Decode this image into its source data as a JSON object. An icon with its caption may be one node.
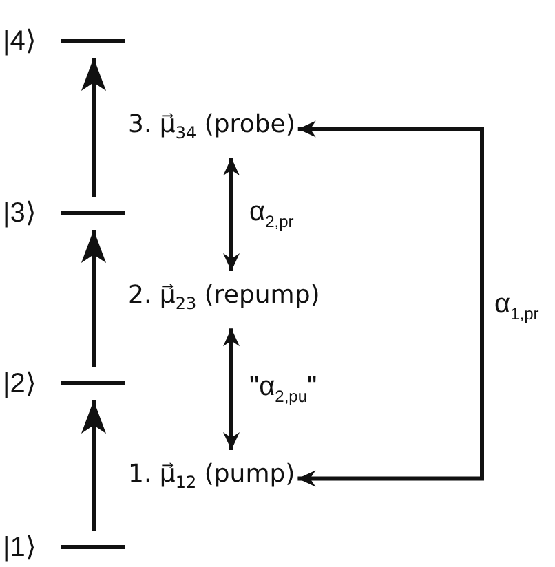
{
  "diagram": {
    "nodes": [
      {
        "text": [
          "|4⟩"
        ]
      },
      {
        "text": [
          "3. μ⃗$_{34}$ (probe)"
        ]
      },
      {
        "text": [
          "|3⟩"
        ]
      },
      {
        "text": [
          "2. μ⃗$_{23}$ (repump)"
        ]
      },
      {
        "text": [
          "|2⟩"
        ]
      },
      {
        "text": [
          "1. μ⃗$_{12}$ (pump)"
        ]
      },
      {
        "text": [
          "|1⟩"
        ]
      }
    ],
    "edges": [
      {
        "from": 6,
        "to": 4,
        "arrow": "to"
      },
      {
        "from": 4,
        "to": 2,
        "arrow": "to"
      },
      {
        "from": 2,
        "to": 0,
        "arrow": "to"
      },
      {
        "from": 1,
        "to": 3,
        "arrow": "both",
        "label": "α$_{2,pr}$"
      },
      {
        "from": 3,
        "to": 5,
        "arrow": "both",
        "label": "\"α$_{2,pu}$\""
      },
      {
        "from": 5,
        "to": 1,
        "arrow": "both",
        "label": "α$_{1,pr}$"
      }
    ]
  }
}
